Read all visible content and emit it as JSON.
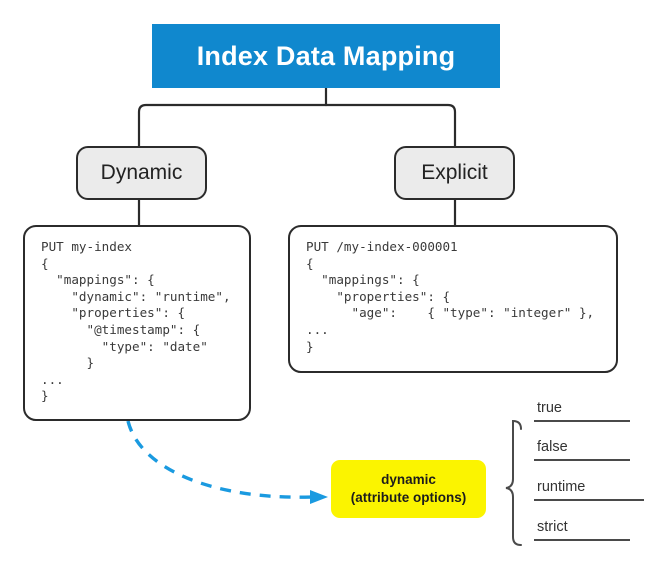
{
  "title": {
    "text": "Index Data Mapping",
    "background": "#1088ce",
    "color": "#ffffff"
  },
  "branches": [
    {
      "id": "dynamic",
      "label": "Dynamic"
    },
    {
      "id": "explicit",
      "label": "Explicit"
    }
  ],
  "code_blocks": [
    {
      "id": "dynamic-code",
      "text": "PUT my-index\n{\n  \"mappings\": {\n    \"dynamic\": \"runtime\",\n    \"properties\": {\n      \"@timestamp\": {\n        \"type\": \"date\"\n      }\n...\n}"
    },
    {
      "id": "explicit-code",
      "text": "PUT /my-index-000001\n{\n  \"mappings\": {\n    \"properties\": {\n      \"age\":    { \"type\": \"integer\" },\n...\n}"
    }
  ],
  "callout": {
    "line1": "dynamic",
    "line2": "(attribute options)",
    "background": "#fbf400",
    "color": "#1c1c1c"
  },
  "options": [
    {
      "label": "true"
    },
    {
      "label": "false"
    },
    {
      "label": "runtime"
    },
    {
      "label": "strict"
    }
  ],
  "connectors": {
    "tree_color": "#2b2b2b",
    "arrow_color": "#1a9ae0",
    "arrow_style": "dashed-curved"
  }
}
